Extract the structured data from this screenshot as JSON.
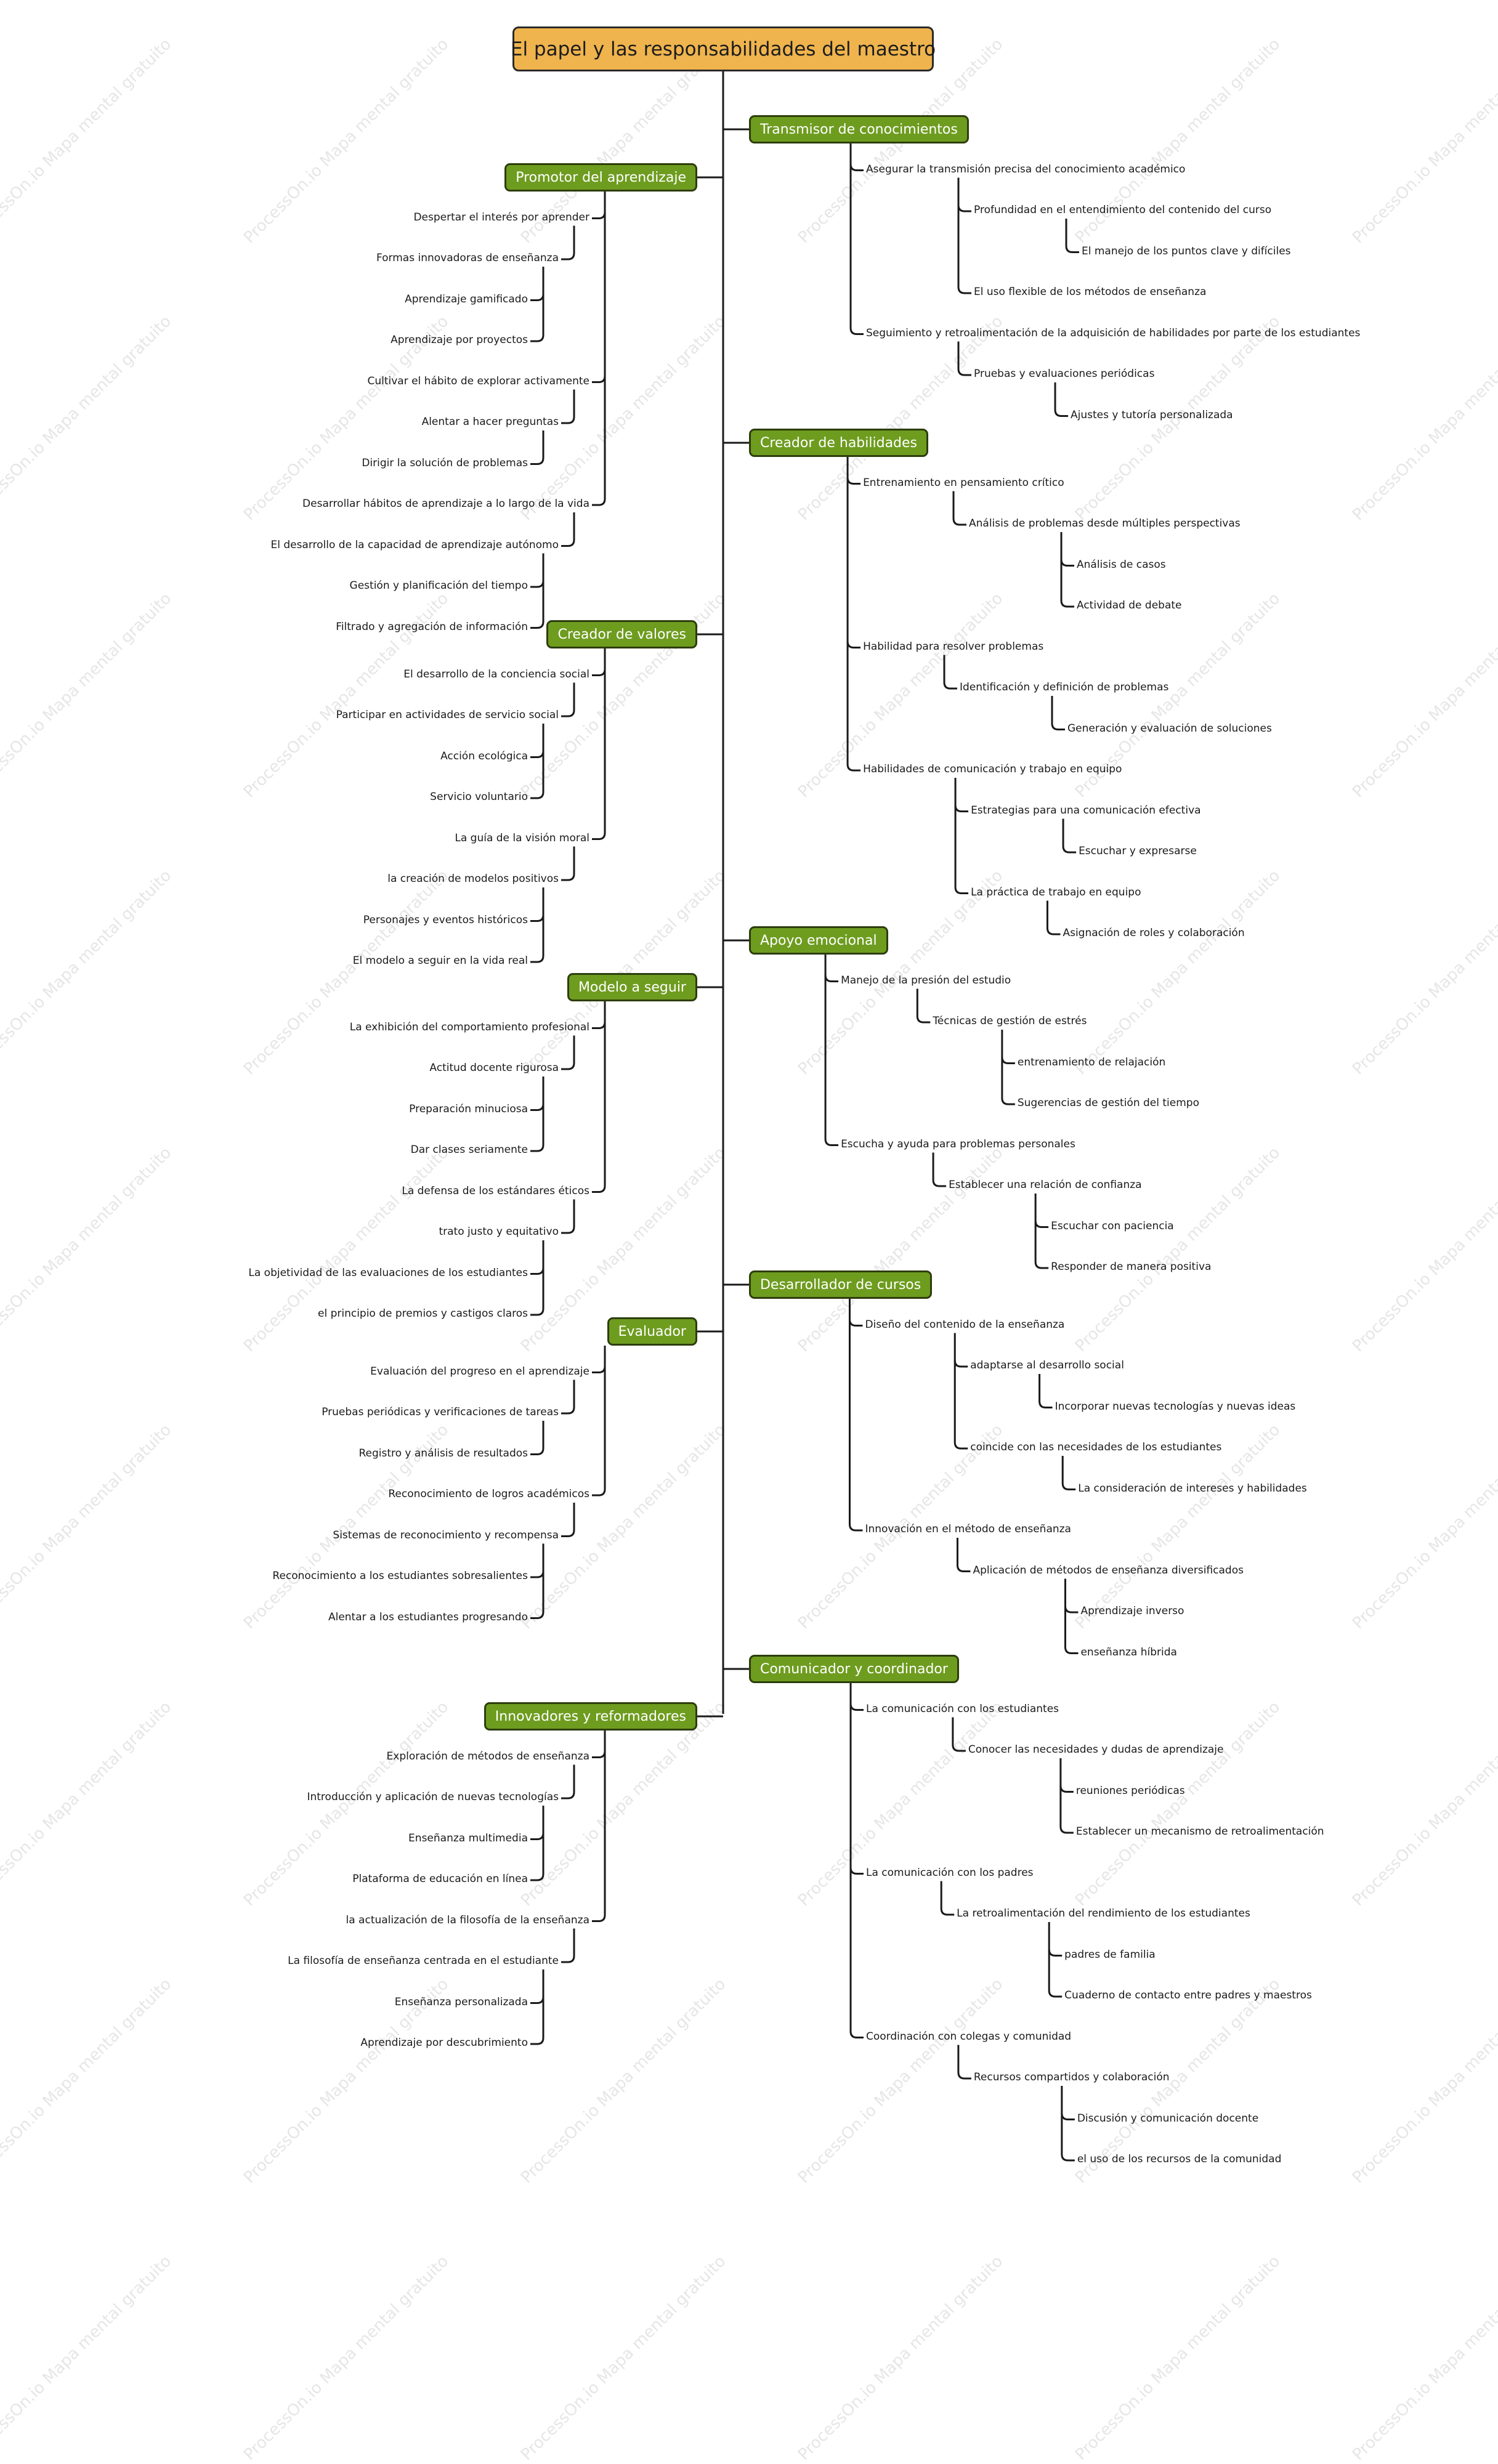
{
  "title": "El papel y las responsabilidades del maestro",
  "watermark": "ProcessOn.io Mapa mental gratuito",
  "colors": {
    "root_fill": "#efb44d",
    "branch_fill": "#6e9c1f",
    "branch_text": "#ffffff",
    "line": "#1a1a1a"
  },
  "right_branches": [
    {
      "label": "Transmisor de conocimientos",
      "children": [
        {
          "label": "Asegurar la transmisión precisa del conocimiento académico",
          "children": [
            {
              "label": "Profundidad en el entendimiento del contenido del curso",
              "children": [
                {
                  "label": "El manejo de los puntos clave y difíciles"
                }
              ]
            },
            {
              "label": "El uso flexible de los métodos de enseñanza"
            }
          ]
        },
        {
          "label": "Seguimiento y retroalimentación de la adquisición de habilidades por parte de los estudiantes",
          "children": [
            {
              "label": "Pruebas y evaluaciones periódicas",
              "children": [
                {
                  "label": "Ajustes y tutoría personalizada"
                }
              ]
            }
          ]
        }
      ]
    },
    {
      "label": "Creador de habilidades",
      "children": [
        {
          "label": "Entrenamiento en pensamiento crítico",
          "children": [
            {
              "label": "Análisis de problemas desde múltiples perspectivas",
              "children": [
                {
                  "label": "Análisis de casos"
                },
                {
                  "label": "Actividad de debate"
                }
              ]
            }
          ]
        },
        {
          "label": "Habilidad para resolver problemas",
          "children": [
            {
              "label": "Identificación y definición de problemas",
              "children": [
                {
                  "label": "Generación y evaluación de soluciones"
                }
              ]
            }
          ]
        },
        {
          "label": "Habilidades de comunicación y trabajo en equipo",
          "children": [
            {
              "label": "Estrategias para una comunicación efectiva",
              "children": [
                {
                  "label": "Escuchar y expresarse"
                }
              ]
            },
            {
              "label": "La práctica de trabajo en equipo",
              "children": [
                {
                  "label": "Asignación de roles y colaboración"
                }
              ]
            }
          ]
        }
      ]
    },
    {
      "label": "Apoyo emocional",
      "children": [
        {
          "label": "Manejo de la presión del estudio",
          "children": [
            {
              "label": "Técnicas de gestión de estrés",
              "children": [
                {
                  "label": "entrenamiento de relajación"
                },
                {
                  "label": "Sugerencias de gestión del tiempo"
                }
              ]
            }
          ]
        },
        {
          "label": "Escucha y ayuda para problemas personales",
          "children": [
            {
              "label": "Establecer una relación de confianza",
              "children": [
                {
                  "label": "Escuchar con paciencia"
                },
                {
                  "label": "Responder de manera positiva"
                }
              ]
            }
          ]
        }
      ]
    },
    {
      "label": "Desarrollador de cursos",
      "children": [
        {
          "label": "Diseño del contenido de la enseñanza",
          "children": [
            {
              "label": "adaptarse al desarrollo social",
              "children": [
                {
                  "label": "Incorporar nuevas tecnologías y nuevas ideas"
                }
              ]
            },
            {
              "label": "coincide con las necesidades de los estudiantes",
              "children": [
                {
                  "label": "La consideración de intereses y habilidades"
                }
              ]
            }
          ]
        },
        {
          "label": "Innovación en el método de enseñanza",
          "children": [
            {
              "label": "Aplicación de métodos de enseñanza diversificados",
              "children": [
                {
                  "label": "Aprendizaje inverso"
                },
                {
                  "label": "enseñanza híbrida"
                }
              ]
            }
          ]
        }
      ]
    },
    {
      "label": "Comunicador y coordinador",
      "children": [
        {
          "label": "La comunicación con los estudiantes",
          "children": [
            {
              "label": "Conocer las necesidades y dudas de aprendizaje",
              "children": [
                {
                  "label": "reuniones periódicas"
                },
                {
                  "label": "Establecer un mecanismo de retroalimentación"
                }
              ]
            }
          ]
        },
        {
          "label": "La comunicación con los padres",
          "children": [
            {
              "label": "La retroalimentación del rendimiento de los estudiantes",
              "children": [
                {
                  "label": "padres de familia"
                },
                {
                  "label": "Cuaderno de contacto entre padres y maestros"
                }
              ]
            }
          ]
        },
        {
          "label": "Coordinación con colegas y comunidad",
          "children": [
            {
              "label": "Recursos compartidos y colaboración",
              "children": [
                {
                  "label": "Discusión y comunicación docente"
                },
                {
                  "label": "el uso de los recursos de la comunidad"
                }
              ]
            }
          ]
        }
      ]
    }
  ],
  "left_branches": [
    {
      "label": "Promotor del aprendizaje",
      "children": [
        {
          "label": "Despertar el interés por aprender",
          "children": [
            {
              "label": "Formas innovadoras de enseñanza",
              "children": [
                {
                  "label": "Aprendizaje gamificado"
                },
                {
                  "label": "Aprendizaje por proyectos"
                }
              ]
            }
          ]
        },
        {
          "label": "Cultivar el hábito de explorar activamente",
          "children": [
            {
              "label": "Alentar a hacer preguntas",
              "children": [
                {
                  "label": "Dirigir la solución de problemas"
                }
              ]
            }
          ]
        },
        {
          "label": "Desarrollar hábitos de aprendizaje a lo largo de la vida",
          "children": [
            {
              "label": "El desarrollo de la capacidad de aprendizaje autónomo",
              "children": [
                {
                  "label": "Gestión y planificación del tiempo"
                },
                {
                  "label": "Filtrado y agregación de información"
                }
              ]
            }
          ]
        }
      ]
    },
    {
      "label": "Creador de valores",
      "children": [
        {
          "label": "El desarrollo de la conciencia social",
          "children": [
            {
              "label": "Participar en actividades de servicio social",
              "children": [
                {
                  "label": "Acción ecológica"
                },
                {
                  "label": "Servicio voluntario"
                }
              ]
            }
          ]
        },
        {
          "label": "La guía de la visión moral",
          "children": [
            {
              "label": "la creación de modelos positivos",
              "children": [
                {
                  "label": "Personajes y eventos históricos"
                },
                {
                  "label": "El modelo a seguir en la vida real"
                }
              ]
            }
          ]
        }
      ]
    },
    {
      "label": "Modelo a seguir",
      "children": [
        {
          "label": "La exhibición del comportamiento profesional",
          "children": [
            {
              "label": "Actitud docente rigurosa",
              "children": [
                {
                  "label": "Preparación minuciosa"
                },
                {
                  "label": "Dar clases seriamente"
                }
              ]
            }
          ]
        },
        {
          "label": "La defensa de los estándares éticos",
          "children": [
            {
              "label": "trato justo y equitativo",
              "children": [
                {
                  "label": "La objetividad de las evaluaciones de los estudiantes"
                },
                {
                  "label": "el principio de premios y castigos claros"
                }
              ]
            }
          ]
        }
      ]
    },
    {
      "label": "Evaluador",
      "children": [
        {
          "label": "Evaluación del progreso en el aprendizaje",
          "children": [
            {
              "label": "Pruebas periódicas y verificaciones de tareas",
              "children": [
                {
                  "label": "Registro y análisis de resultados"
                }
              ]
            }
          ]
        },
        {
          "label": "Reconocimiento de logros académicos",
          "children": [
            {
              "label": "Sistemas de reconocimiento y recompensa",
              "children": [
                {
                  "label": "Reconocimiento a los estudiantes sobresalientes"
                },
                {
                  "label": "Alentar a los estudiantes progresando"
                }
              ]
            }
          ]
        }
      ]
    },
    {
      "label": "Innovadores y reformadores",
      "children": [
        {
          "label": "Exploración de métodos de enseñanza",
          "children": [
            {
              "label": "Introducción y aplicación de nuevas tecnologías",
              "children": [
                {
                  "label": "Enseñanza multimedia"
                },
                {
                  "label": "Plataforma de educación en línea"
                }
              ]
            }
          ]
        },
        {
          "label": "la actualización de la filosofía de la enseñanza",
          "children": [
            {
              "label": "La filosofía de enseñanza centrada en el estudiante",
              "children": [
                {
                  "label": "Enseñanza personalizada"
                },
                {
                  "label": "Aprendizaje por descubrimiento"
                }
              ]
            }
          ]
        }
      ]
    }
  ]
}
